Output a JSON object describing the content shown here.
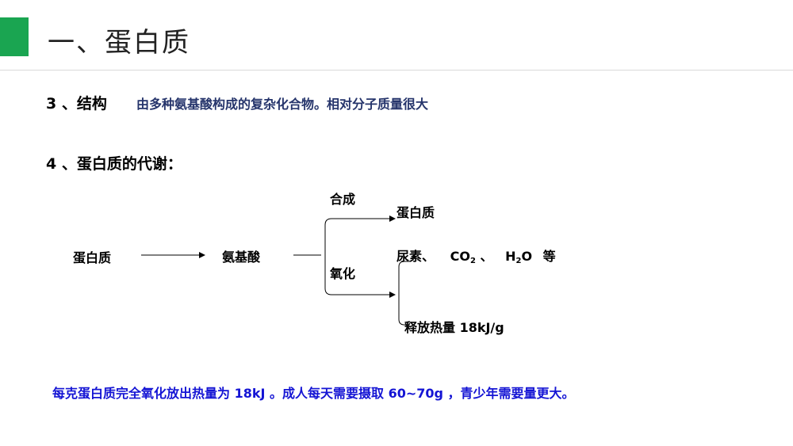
{
  "title": "一、蛋白质",
  "section3": {
    "label": "3 、结构",
    "description": "由多种氨基酸构成的复杂化合物。相对分子质量很大"
  },
  "section4": {
    "label": "4 、蛋白质的代谢："
  },
  "diagram": {
    "start": "蛋白质",
    "middle": "氨基酸",
    "branch_top_label": "合成",
    "branch_bottom_label": "氧化",
    "product_synthesis": "蛋白质",
    "product_oxidation": {
      "urea": "尿素、",
      "co2_main": "CO",
      "co2_sub": "2",
      "sep": "、",
      "h2o_h": "H",
      "h2o_sub": "2",
      "h2o_o": "O",
      "etc": "等"
    },
    "product_energy": "释放热量 18kJ/g"
  },
  "note": "每克蛋白质完全氧化放出热量为 18kJ 。成人每天需要摄取 60~70g ，青少年需要量更大。",
  "colors": {
    "accent": "#1aa551",
    "description": "#25346b",
    "note": "#1414d4"
  }
}
